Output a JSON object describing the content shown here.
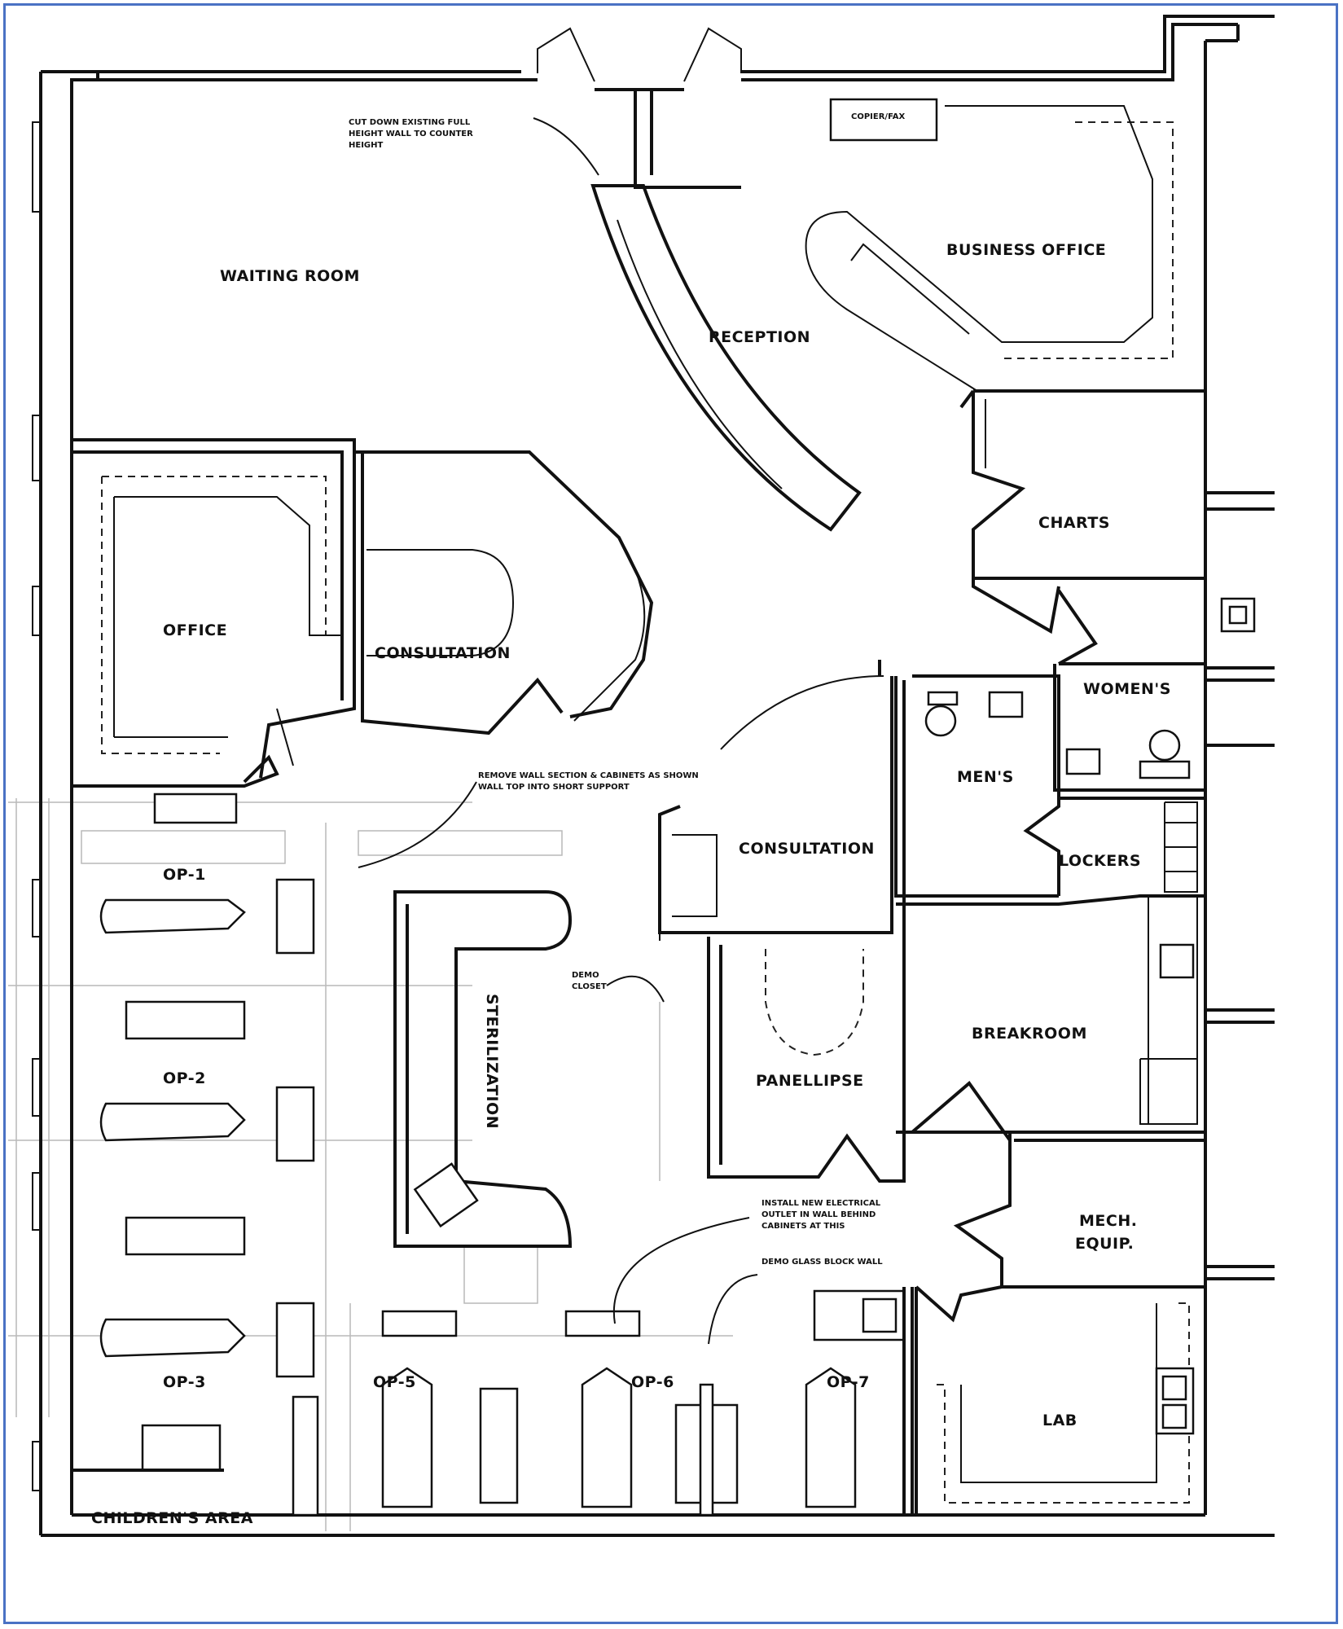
{
  "rooms": {
    "waiting_room": "WAITING ROOM",
    "reception": "RECEPTION",
    "business_office": "BUSINESS OFFICE",
    "copier_fax": "COPIER/FAX",
    "charts": "CHARTS",
    "womens": "WOMEN'S",
    "mens": "MEN'S",
    "lockers": "LOCKERS",
    "office": "OFFICE",
    "consultation_1": "CONSULTATION",
    "consultation_2": "CONSULTATION",
    "sterilization": "STERILIZATION",
    "panellipse": "PANELLIPSE",
    "breakroom": "BREAKROOM",
    "mech_equip_1": "MECH.",
    "mech_equip_2": "EQUIP.",
    "lab": "LAB",
    "childrens_area": "CHILDREN'S AREA",
    "op1": "OP-1",
    "op2": "OP-2",
    "op3": "OP-3",
    "op5": "OP-5",
    "op6": "OP-6",
    "op7": "OP-7"
  },
  "notes": {
    "cut_down_1": "CUT DOWN EXISTING FULL",
    "cut_down_2": "HEIGHT WALL TO COUNTER",
    "cut_down_3": "HEIGHT",
    "remove_wall_1": "REMOVE WALL SECTION & CABINETS AS SHOWN",
    "remove_wall_2": "WALL TOP INTO SHORT SUPPORT",
    "demo_closet_1": "DEMO",
    "demo_closet_2": "CLOSET",
    "install_1": "INSTALL NEW ELECTRICAL",
    "install_2": "OUTLET IN WALL BEHIND",
    "install_3": "CABINETS AT THIS",
    "demo_glass": "DEMO GLASS BLOCK WALL"
  },
  "colors": {
    "frame_border": "#4a72c4",
    "ink": "#111111",
    "ghost_lines": "#b9b9b9"
  }
}
